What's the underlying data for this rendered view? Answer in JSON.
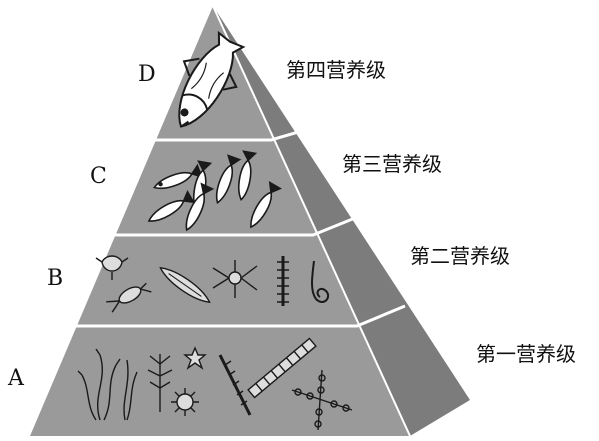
{
  "levels": [
    {
      "letter": "D",
      "name": "第四营养级"
    },
    {
      "letter": "C",
      "name": "第三营养级"
    },
    {
      "letter": "B",
      "name": "第二营养级"
    },
    {
      "letter": "A",
      "name": "第一营养级"
    }
  ],
  "colors": {
    "front": "#9a9a9a",
    "side": "#7d7d7d",
    "divider": "#ffffff",
    "organism": "#1a1a1a"
  }
}
